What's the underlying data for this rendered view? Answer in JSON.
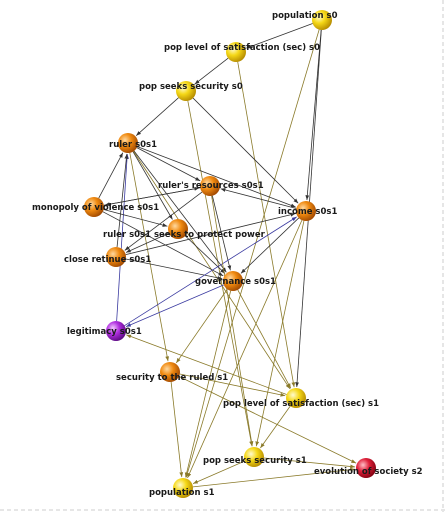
{
  "diagram": {
    "colors": {
      "yellow": "#f2d20a",
      "orange": "#f08a10",
      "purple": "#b02ee0",
      "red": "#e0203a",
      "edge_dark": "#333333",
      "edge_olive": "#8a7a2a",
      "edge_blue": "#3a3aa0",
      "frame_dash": "#cccccc"
    },
    "nodes": [
      {
        "id": "population_s0",
        "label": "population s0",
        "color": "yellow"
      },
      {
        "id": "pop_level_sat_s0",
        "label": "pop level of satisfaction (sec) s0",
        "color": "yellow"
      },
      {
        "id": "pop_seeks_sec_s0",
        "label": "pop seeks security s0",
        "color": "yellow"
      },
      {
        "id": "ruler_s0s1",
        "label": "ruler s0s1",
        "color": "orange"
      },
      {
        "id": "rulers_resources",
        "label": "ruler's resources s0s1",
        "color": "orange"
      },
      {
        "id": "monopoly_violence",
        "label": "monopoly of violence s0s1",
        "color": "orange"
      },
      {
        "id": "income_s0s1",
        "label": "income s0s1",
        "color": "orange"
      },
      {
        "id": "ruler_protect_power",
        "label": "ruler s0s1 seeks to protect power",
        "color": "orange"
      },
      {
        "id": "close_retinue",
        "label": "close retinue s0s1",
        "color": "orange"
      },
      {
        "id": "governance",
        "label": "governance s0s1",
        "color": "orange"
      },
      {
        "id": "legitimacy",
        "label": "legitimacy s0s1",
        "color": "purple"
      },
      {
        "id": "security_ruled",
        "label": "security to the ruled s1",
        "color": "orange"
      },
      {
        "id": "pop_level_sat_s1",
        "label": "pop level of satisfaction (sec) s1",
        "color": "yellow"
      },
      {
        "id": "pop_seeks_sec_s1",
        "label": "pop seeks security s1",
        "color": "yellow"
      },
      {
        "id": "evolution_society",
        "label": "evolution of society s2",
        "color": "red"
      },
      {
        "id": "population_s1",
        "label": "population s1",
        "color": "yellow"
      }
    ],
    "edges": [
      {
        "from": "population_s0",
        "to": "pop_level_sat_s0",
        "style": "dark"
      },
      {
        "from": "population_s0",
        "to": "income_s0s1",
        "style": "dark"
      },
      {
        "from": "population_s0",
        "to": "pop_level_sat_s1",
        "style": "dark"
      },
      {
        "from": "population_s0",
        "to": "population_s1",
        "style": "olive"
      },
      {
        "from": "pop_level_sat_s0",
        "to": "pop_seeks_sec_s0",
        "style": "dark"
      },
      {
        "from": "pop_level_sat_s0",
        "to": "pop_level_sat_s1",
        "style": "olive"
      },
      {
        "from": "pop_seeks_sec_s0",
        "to": "ruler_s0s1",
        "style": "dark"
      },
      {
        "from": "pop_seeks_sec_s0",
        "to": "income_s0s1",
        "style": "dark"
      },
      {
        "from": "pop_seeks_sec_s0",
        "to": "pop_seeks_sec_s1",
        "style": "olive"
      },
      {
        "from": "ruler_s0s1",
        "to": "rulers_resources",
        "style": "dark"
      },
      {
        "from": "ruler_s0s1",
        "to": "income_s0s1",
        "style": "dark"
      },
      {
        "from": "ruler_s0s1",
        "to": "ruler_protect_power",
        "style": "dark"
      },
      {
        "from": "ruler_s0s1",
        "to": "governance",
        "style": "dark"
      },
      {
        "from": "ruler_s0s1",
        "to": "security_ruled",
        "style": "olive"
      },
      {
        "from": "ruler_s0s1",
        "to": "pop_level_sat_s1",
        "style": "olive"
      },
      {
        "from": "legitimacy",
        "to": "ruler_s0s1",
        "style": "blue"
      },
      {
        "from": "rulers_resources",
        "to": "monopoly_violence",
        "style": "dark"
      },
      {
        "from": "rulers_resources",
        "to": "close_retinue",
        "style": "dark"
      },
      {
        "from": "rulers_resources",
        "to": "governance",
        "style": "dark"
      },
      {
        "from": "income_s0s1",
        "to": "rulers_resources",
        "style": "dark"
      },
      {
        "from": "income_s0s1",
        "to": "governance",
        "style": "dark"
      },
      {
        "from": "income_s0s1",
        "to": "population_s1",
        "style": "olive"
      },
      {
        "from": "monopoly_violence",
        "to": "ruler_s0s1",
        "style": "dark"
      },
      {
        "from": "monopoly_violence",
        "to": "rulers_resources",
        "style": "dark"
      },
      {
        "from": "monopoly_violence",
        "to": "ruler_protect_power",
        "style": "dark"
      },
      {
        "from": "monopoly_violence",
        "to": "governance",
        "style": "dark"
      },
      {
        "from": "close_retinue",
        "to": "ruler_s0s1",
        "style": "dark"
      },
      {
        "from": "close_retinue",
        "to": "governance",
        "style": "dark"
      },
      {
        "from": "close_retinue",
        "to": "income_s0s1",
        "style": "dark"
      },
      {
        "from": "ruler_protect_power",
        "to": "governance",
        "style": "dark"
      },
      {
        "from": "ruler_protect_power",
        "to": "close_retinue",
        "style": "dark"
      },
      {
        "from": "legitimacy",
        "to": "income_s0s1",
        "style": "blue"
      },
      {
        "from": "governance",
        "to": "legitimacy",
        "style": "blue"
      },
      {
        "from": "governance",
        "to": "security_ruled",
        "style": "olive"
      },
      {
        "from": "governance",
        "to": "pop_level_sat_s1",
        "style": "olive"
      },
      {
        "from": "governance",
        "to": "population_s1",
        "style": "olive"
      },
      {
        "from": "pop_level_sat_s1",
        "to": "legitimacy",
        "style": "olive"
      },
      {
        "from": "pop_level_sat_s1",
        "to": "pop_seeks_sec_s1",
        "style": "olive"
      },
      {
        "from": "security_ruled",
        "to": "pop_level_sat_s1",
        "style": "olive"
      },
      {
        "from": "security_ruled",
        "to": "population_s1",
        "style": "olive"
      },
      {
        "from": "security_ruled",
        "to": "evolution_society",
        "style": "olive"
      },
      {
        "from": "pop_seeks_sec_s1",
        "to": "population_s1",
        "style": "olive"
      },
      {
        "from": "pop_seeks_sec_s1",
        "to": "evolution_society",
        "style": "olive"
      },
      {
        "from": "population_s1",
        "to": "evolution_society",
        "style": "olive"
      },
      {
        "from": "income_s0s1",
        "to": "pop_seeks_sec_s1",
        "style": "olive"
      },
      {
        "from": "rulers_resources",
        "to": "pop_seeks_sec_s1",
        "style": "olive"
      }
    ]
  }
}
